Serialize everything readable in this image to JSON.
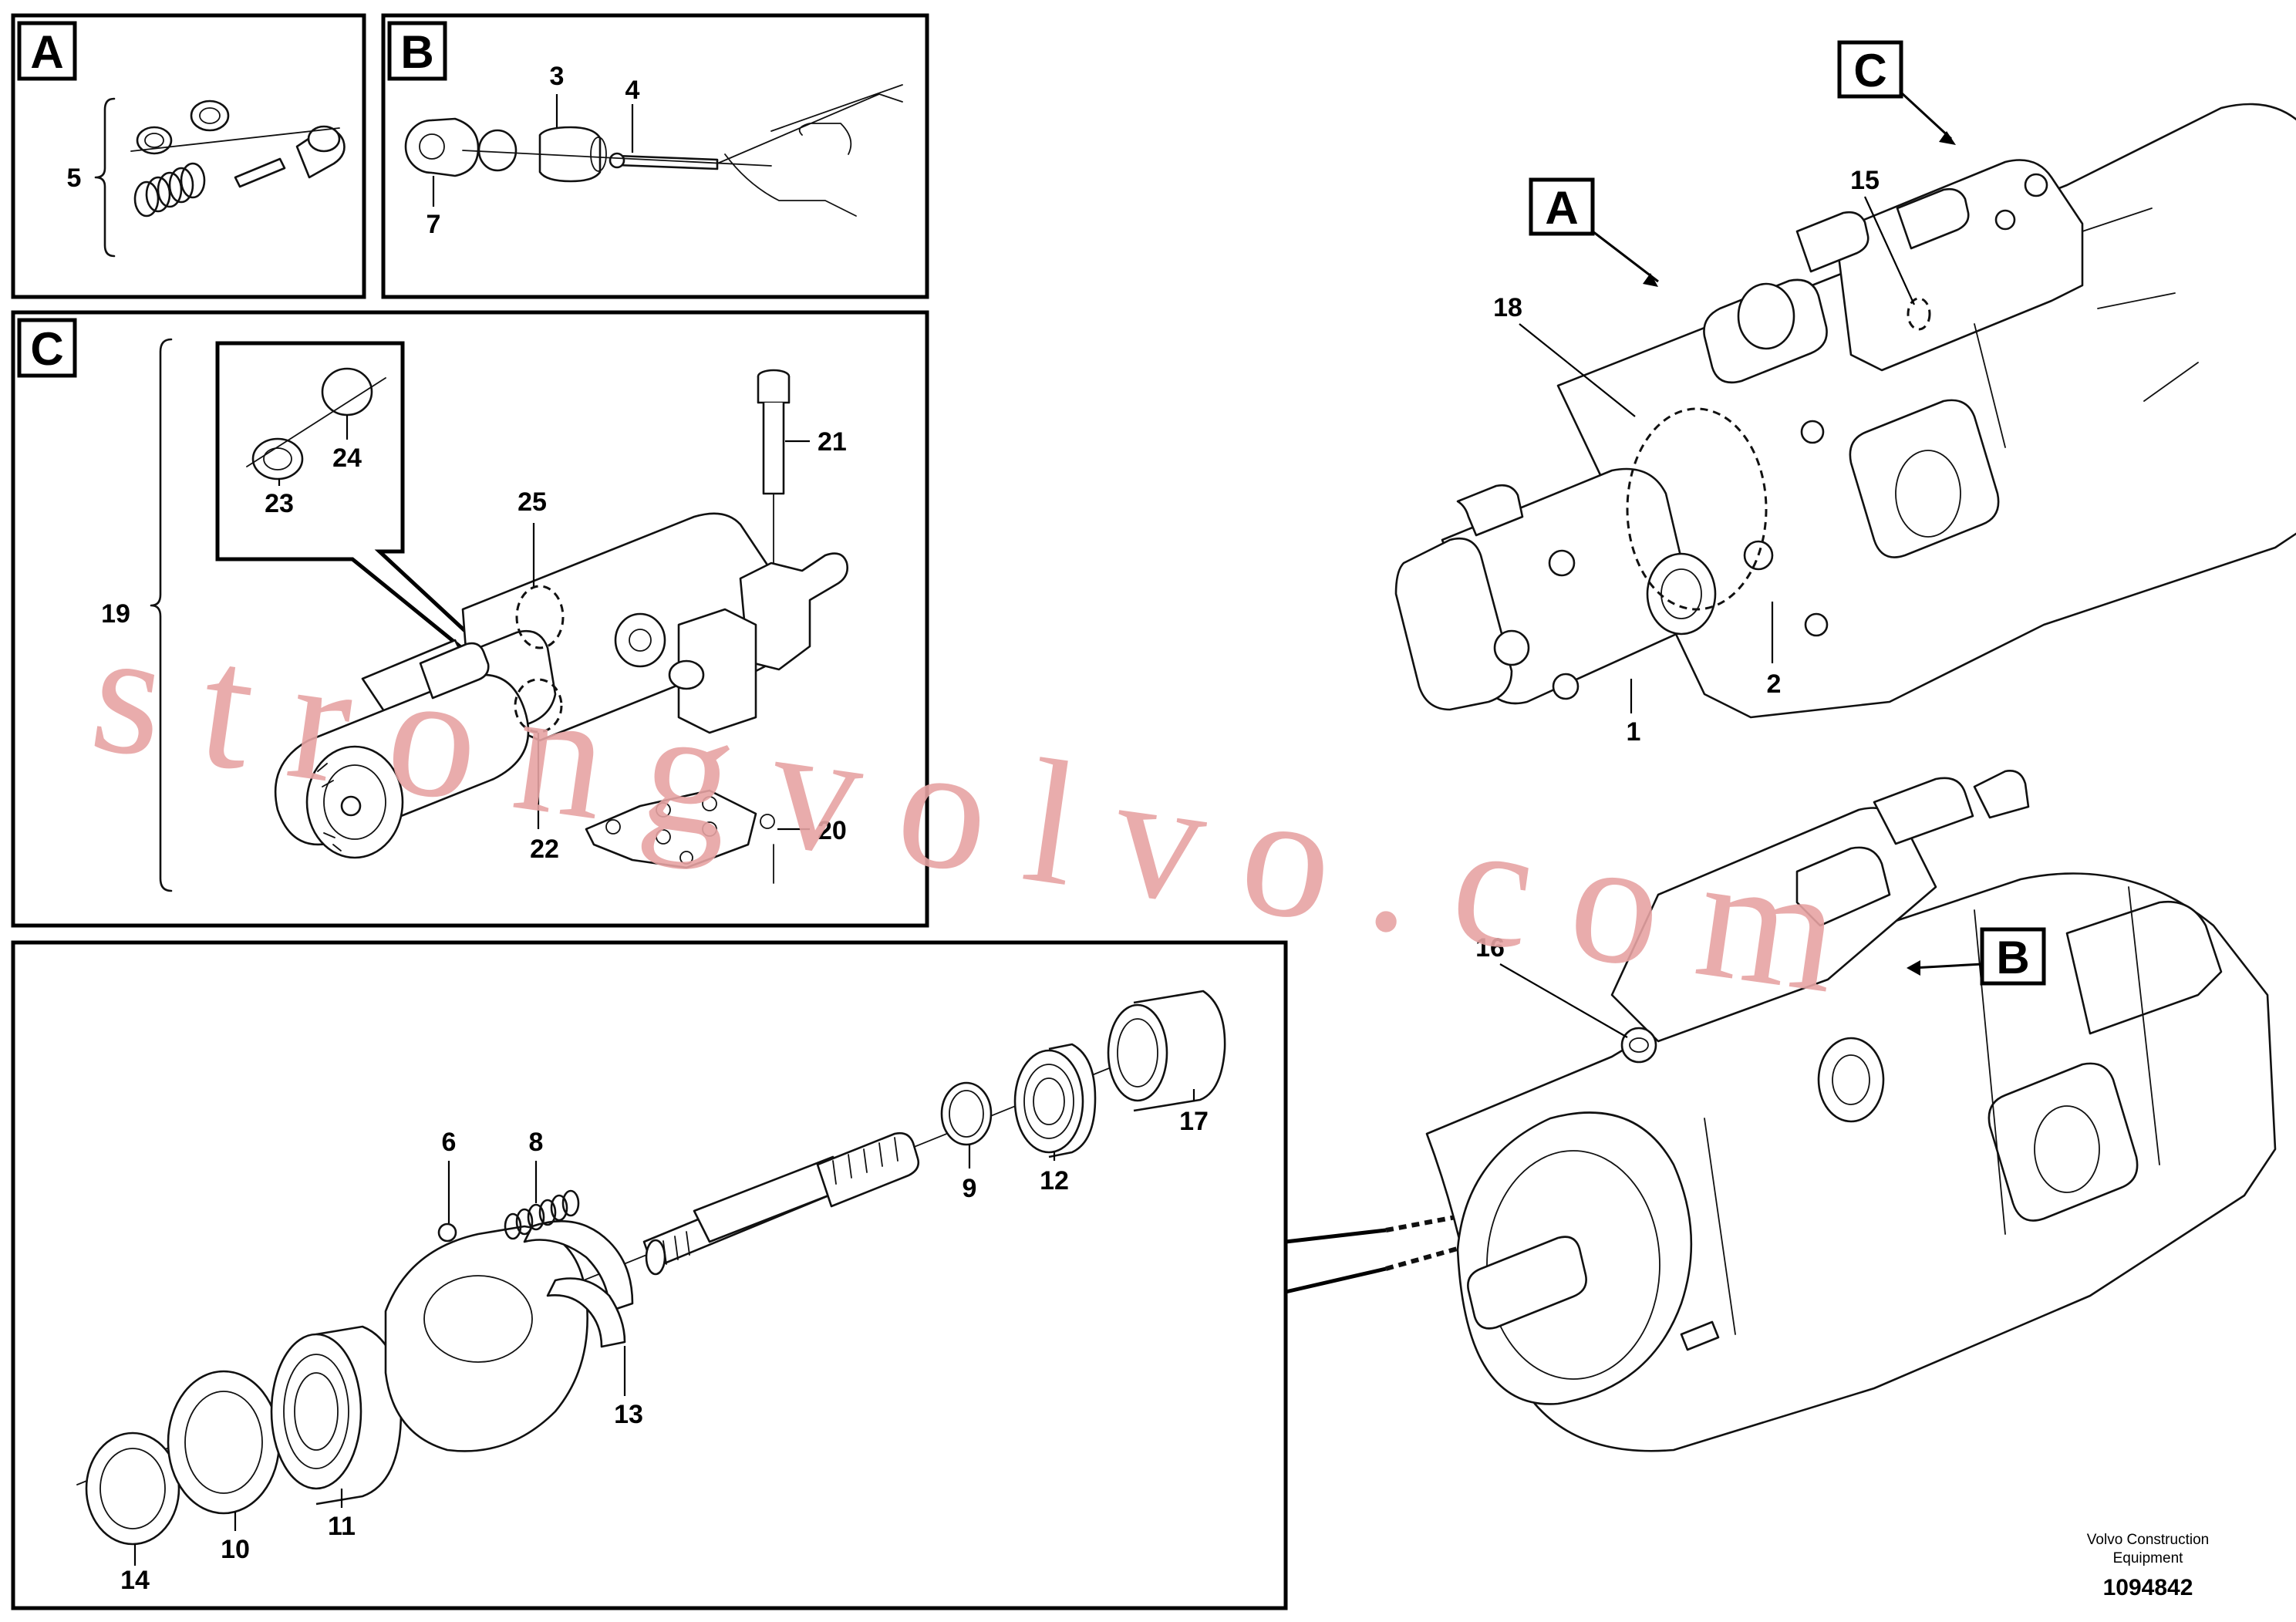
{
  "views": {
    "a": "A",
    "b": "B",
    "c": "C"
  },
  "part_numbers": {
    "p1": "1",
    "p2": "2",
    "p3": "3",
    "p4": "4",
    "p5": "5",
    "p6": "6",
    "p7": "7",
    "p8": "8",
    "p9": "9",
    "p10": "10",
    "p11": "11",
    "p12": "12",
    "p13": "13",
    "p14": "14",
    "p15": "15",
    "p16": "16",
    "p17": "17",
    "p18": "18",
    "p19": "19",
    "p20": "20",
    "p21": "21",
    "p22": "22",
    "p23": "23",
    "p24": "24",
    "p25": "25"
  },
  "watermark": "strongvolvo.com",
  "footer": {
    "brand_line1": "Volvo Construction",
    "brand_line2": "Equipment",
    "drawing_number": "1094842"
  }
}
